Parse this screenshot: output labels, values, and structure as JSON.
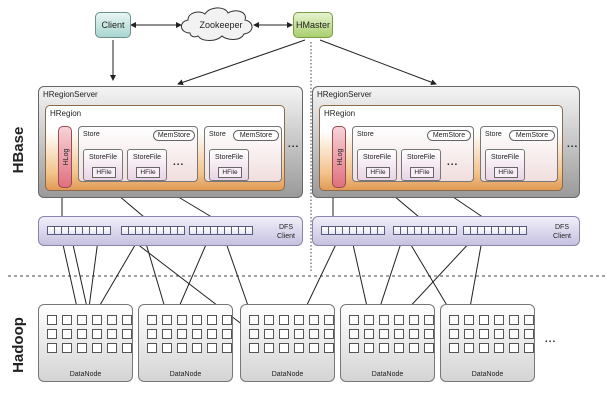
{
  "top": {
    "client": "Client",
    "zookeeper": "Zookeeper",
    "hmaster": "HMaster"
  },
  "side_labels": {
    "hbase": "HBase",
    "hadoop": "Hadoop"
  },
  "region_servers": [
    {
      "title": "HRegionServer",
      "region_title": "HRegion",
      "hlog": "HLog",
      "stores": [
        {
          "label": "Store",
          "memstore": "MemStore",
          "storefiles": [
            {
              "label": "StoreFile",
              "hfile": "HFile"
            },
            {
              "label": "StoreFile",
              "hfile": "HFile"
            }
          ],
          "more": "..."
        },
        {
          "label": "Store",
          "memstore": "MemStore",
          "storefiles": [
            {
              "label": "StoreFile",
              "hfile": "HFile"
            }
          ],
          "more": ""
        }
      ],
      "more": "..."
    },
    {
      "title": "HRegionServer",
      "region_title": "HRegion",
      "hlog": "HLog",
      "stores": [
        {
          "label": "Store",
          "memstore": "MemStore",
          "storefiles": [
            {
              "label": "StoreFile",
              "hfile": "HFile"
            },
            {
              "label": "StoreFile",
              "hfile": "HFile"
            }
          ],
          "more": "..."
        },
        {
          "label": "Store",
          "memstore": "MemStore",
          "storefiles": [
            {
              "label": "StoreFile",
              "hfile": "HFile"
            }
          ],
          "more": ""
        }
      ],
      "more": "..."
    }
  ],
  "dfs_client": {
    "line1": "DFS",
    "line2": "Client"
  },
  "datanodes": [
    "DataNode",
    "DataNode",
    "DataNode",
    "DataNode",
    "DataNode"
  ],
  "datanodes_more": "...",
  "colors": {
    "hregion": "#e09a55",
    "hlog": "#e0707e",
    "hmaster": "#a9cf6e",
    "client": "#a9d6d1",
    "dfs": "#c6c1df"
  }
}
